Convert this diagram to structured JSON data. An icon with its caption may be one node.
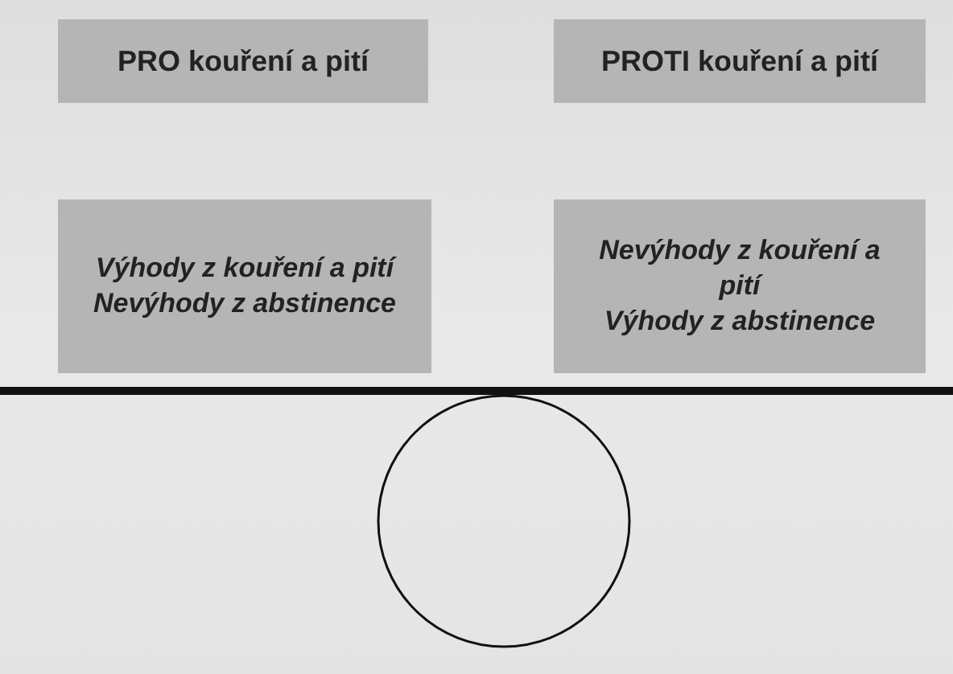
{
  "diagram": {
    "nodes": [
      {
        "text": [
          "PRO kouření a pití"
        ]
      },
      {
        "text": [
          "PROTI kouření a pití"
        ]
      },
      {
        "text": [
          "Výhody z kouření a pití",
          "Nevýhody z abstinence"
        ]
      },
      {
        "text": [
          "Nevýhody z kouření a pití",
          "Výhody z abstinence"
        ]
      }
    ]
  }
}
